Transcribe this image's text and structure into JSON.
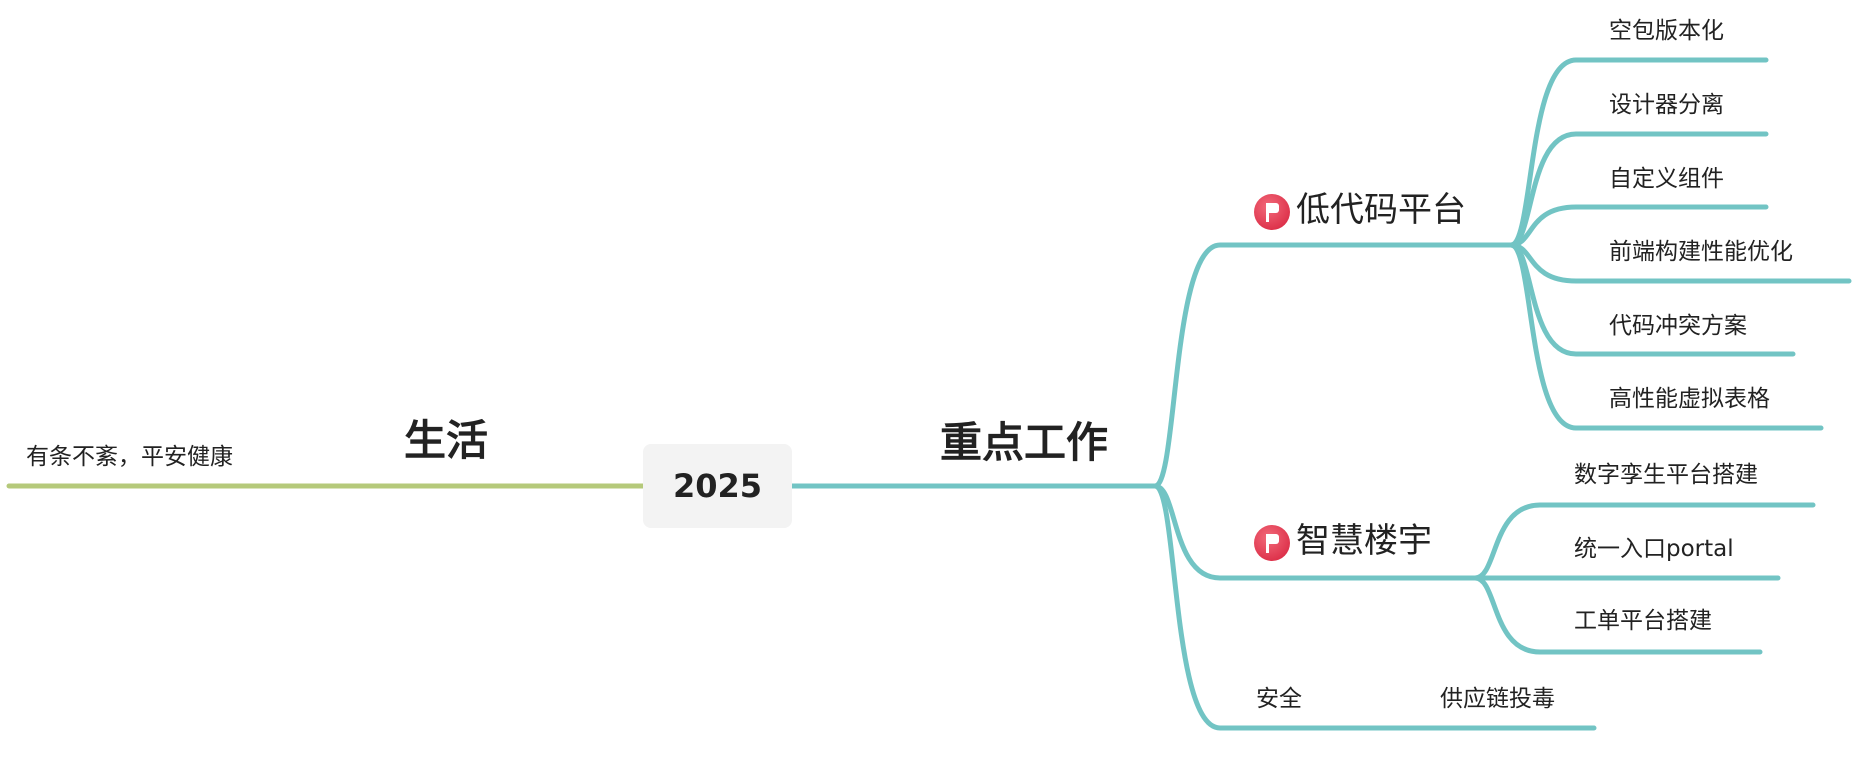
{
  "center": {
    "label": "2025"
  },
  "left": {
    "topic": "生活",
    "note": "有条不紊，平安健康",
    "color": "#b5c97a"
  },
  "right": {
    "topic": "重点工作",
    "color": "#72c4c4",
    "branches": [
      {
        "label": "低代码平台",
        "icon": "red-flag-icon",
        "children": [
          "空包版本化",
          "设计器分离",
          "自定义组件",
          "前端构建性能优化",
          "代码冲突方案",
          "高性能虚拟表格"
        ]
      },
      {
        "label": "智慧楼宇",
        "icon": "red-flag-icon",
        "children": [
          "数字孪生平台搭建",
          "统一入口portal",
          "工单平台搭建"
        ]
      },
      {
        "label": "安全",
        "children": [
          "供应链投毒"
        ]
      }
    ]
  }
}
